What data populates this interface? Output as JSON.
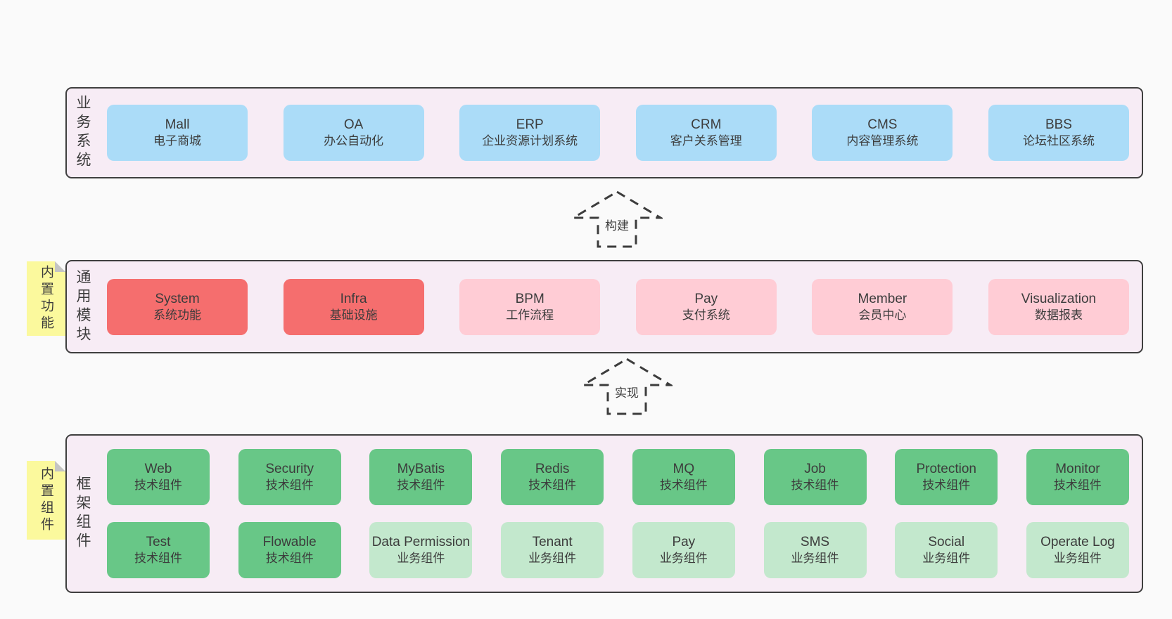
{
  "diagram": {
    "layers": [
      {
        "label": "业务系统",
        "boxes": [
          {
            "title": "Mall",
            "subtitle": "电子商城",
            "variant": "blue"
          },
          {
            "title": "OA",
            "subtitle": "办公自动化",
            "variant": "blue"
          },
          {
            "title": "ERP",
            "subtitle": "企业资源计划系统",
            "variant": "blue"
          },
          {
            "title": "CRM",
            "subtitle": "客户关系管理",
            "variant": "blue"
          },
          {
            "title": "CMS",
            "subtitle": "内容管理系统",
            "variant": "blue"
          },
          {
            "title": "BBS",
            "subtitle": "论坛社区系统",
            "variant": "blue"
          }
        ]
      },
      {
        "label": "通用模块",
        "tab": "内置功能",
        "boxes": [
          {
            "title": "System",
            "subtitle": "系统功能",
            "variant": "red"
          },
          {
            "title": "Infra",
            "subtitle": "基础设施",
            "variant": "red"
          },
          {
            "title": "BPM",
            "subtitle": "工作流程",
            "variant": "pink"
          },
          {
            "title": "Pay",
            "subtitle": "支付系统",
            "variant": "pink"
          },
          {
            "title": "Member",
            "subtitle": "会员中心",
            "variant": "pink"
          },
          {
            "title": "Visualization",
            "subtitle": "数据报表",
            "variant": "pink"
          }
        ]
      },
      {
        "label": "框架组件",
        "tab": "内置组件",
        "rows": [
          [
            {
              "title": "Web",
              "subtitle": "技术组件",
              "variant": "green"
            },
            {
              "title": "Security",
              "subtitle": "技术组件",
              "variant": "green"
            },
            {
              "title": "MyBatis",
              "subtitle": "技术组件",
              "variant": "green"
            },
            {
              "title": "Redis",
              "subtitle": "技术组件",
              "variant": "green"
            },
            {
              "title": "MQ",
              "subtitle": "技术组件",
              "variant": "green"
            },
            {
              "title": "Job",
              "subtitle": "技术组件",
              "variant": "green"
            },
            {
              "title": "Protection",
              "subtitle": "技术组件",
              "variant": "green"
            },
            {
              "title": "Monitor",
              "subtitle": "技术组件",
              "variant": "green"
            }
          ],
          [
            {
              "title": "Test",
              "subtitle": "技术组件",
              "variant": "green"
            },
            {
              "title": "Flowable",
              "subtitle": "技术组件",
              "variant": "green"
            },
            {
              "title": "Data Permission",
              "subtitle": "业务组件",
              "variant": "lightgreen"
            },
            {
              "title": "Tenant",
              "subtitle": "业务组件",
              "variant": "lightgreen"
            },
            {
              "title": "Pay",
              "subtitle": "业务组件",
              "variant": "lightgreen"
            },
            {
              "title": "SMS",
              "subtitle": "业务组件",
              "variant": "lightgreen"
            },
            {
              "title": "Social",
              "subtitle": "业务组件",
              "variant": "lightgreen"
            },
            {
              "title": "Operate Log",
              "subtitle": "业务组件",
              "variant": "lightgreen"
            }
          ]
        ]
      }
    ],
    "arrows": [
      {
        "label": "构建"
      },
      {
        "label": "实现"
      }
    ],
    "colors": {
      "page_bg": "#fafafa",
      "layer_bg": "#f7ecf5",
      "layer_border": "#3f3f3f",
      "blue_box": "#abdcf8",
      "red_box": "#f56e6e",
      "pink_box": "#ffccd5",
      "green_box": "#68c787",
      "light_green_box": "#c3e8cd",
      "sticky_tab": "#fbf99d",
      "fold": "#c4c4c4",
      "text": "#3c3c3c"
    }
  }
}
